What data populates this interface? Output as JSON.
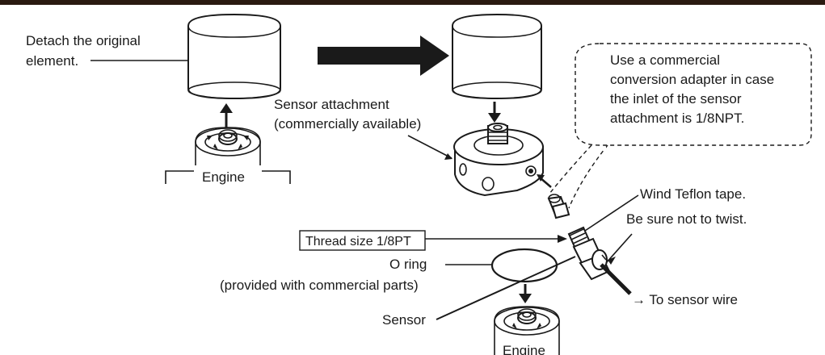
{
  "labels": {
    "detach": [
      "Detach the original",
      "element."
    ],
    "engine_left": "Engine",
    "engine_bottom": "Engine",
    "sensor_attachment": [
      "Sensor attachment",
      "(commercially available)"
    ],
    "adapter_note": [
      "Use a commercial",
      "conversion adapter in case",
      "the inlet of the sensor",
      "attachment is 1/8NPT."
    ],
    "teflon": "Wind Teflon tape.",
    "no_twist": "Be sure not to twist.",
    "thread_size": "Thread size 1/8PT",
    "o_ring": [
      "O ring",
      "(provided with commercial parts)"
    ],
    "sensor": "Sensor",
    "to_sensor_wire": "→ To sensor wire"
  }
}
